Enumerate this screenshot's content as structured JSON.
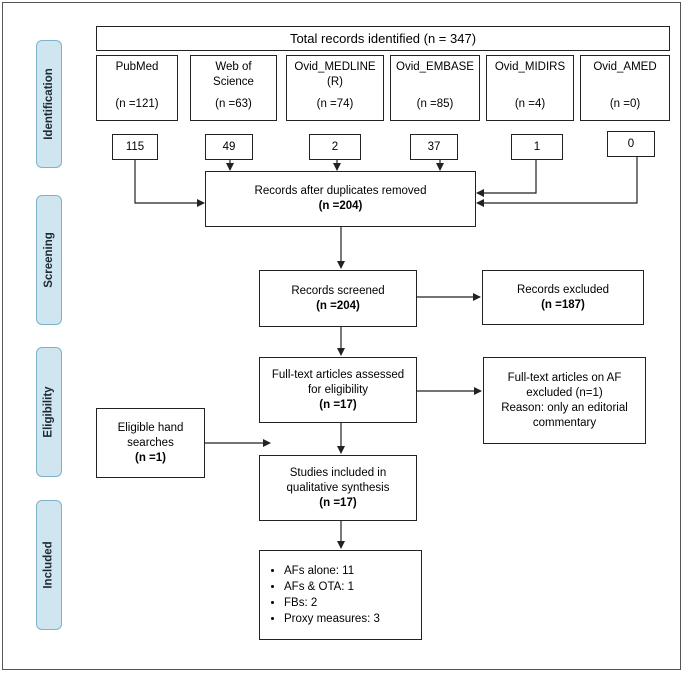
{
  "total": "Total records identified (n = 347)",
  "sources": [
    {
      "name": "PubMed",
      "n": "(n =121)",
      "kept": "115"
    },
    {
      "name": "Web of Science",
      "n": "(n =63)",
      "kept": "49"
    },
    {
      "name": "Ovid_MEDLINE (R)",
      "n": "(n =74)",
      "kept": "2"
    },
    {
      "name": "Ovid_EMBASE",
      "n": "(n =85)",
      "kept": "37"
    },
    {
      "name": "Ovid_MIDIRS",
      "n": "(n =4)",
      "kept": "1"
    },
    {
      "name": "Ovid_AMED",
      "n": "(n =0)",
      "kept": "0"
    }
  ],
  "stages": [
    "Identification",
    "Screening",
    "Eligibility",
    "Included"
  ],
  "dedup": {
    "label": "Records after duplicates removed",
    "n": "(n =204)"
  },
  "screened": {
    "label": "Records screened",
    "n": "(n =204)"
  },
  "excluded": {
    "label": "Records excluded",
    "n": "(n =187)"
  },
  "fulltext": {
    "line1": "Full-text articles assessed",
    "line2": "for eligibility",
    "n": "(n =17)"
  },
  "ft_excluded": {
    "line1": "Full-text articles on AF",
    "line2": "excluded (n=1)",
    "line3": "Reason: only an editorial",
    "line4": "commentary"
  },
  "hand": {
    "line1": "Eligible hand",
    "line2": "searches",
    "n": "(n =1)"
  },
  "included": {
    "line1": "Studies included in",
    "line2": "qualitative synthesis",
    "n": "(n =17)"
  },
  "breakdown": [
    "AFs alone: 11",
    "AFs & OTA: 1",
    "FBs: 2",
    "Proxy measures: 3"
  ]
}
